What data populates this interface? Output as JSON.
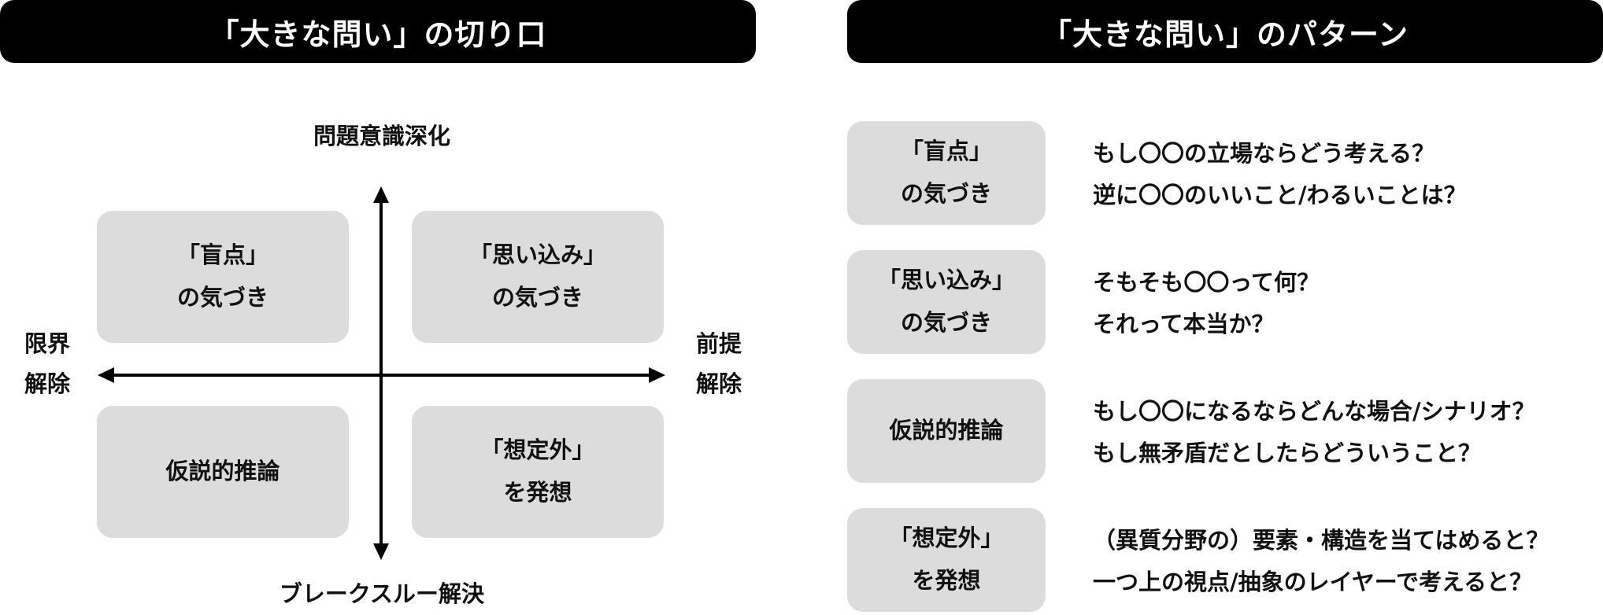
{
  "left_panel": {
    "title": "「大きな問い」の切り口",
    "axis": {
      "top": "問題意識深化",
      "bottom": "ブレークスルー解決",
      "left": [
        "限界",
        "解除"
      ],
      "right": [
        "前提",
        "解除"
      ]
    },
    "quadrants": {
      "top_left": [
        "「盲点」",
        "の気づき"
      ],
      "top_right": [
        "「思い込み」",
        "の気づき"
      ],
      "bottom_left": [
        "仮説的推論"
      ],
      "bottom_right": [
        "「想定外」",
        "を発想"
      ]
    }
  },
  "right_panel": {
    "title": "「大きな問い」のパターン",
    "patterns": [
      {
        "label": [
          "「盲点」",
          "の気づき"
        ],
        "questions": [
          "もし〇〇の立場ならどう考える？",
          "逆に〇〇のいいこと/わるいことは？"
        ]
      },
      {
        "label": [
          "「思い込み」",
          "の気づき"
        ],
        "questions": [
          "そもそも〇〇って何？",
          "それって本当か？"
        ]
      },
      {
        "label": [
          "仮説的推論"
        ],
        "questions": [
          "もし〇〇になるならどんな場合/シナリオ？",
          "もし無矛盾だとしたらどういうこと？"
        ]
      },
      {
        "label": [
          "「想定外」",
          "を発想"
        ],
        "questions": [
          "（異質分野の）要素・構造を当てはめると？",
          "一つ上の視点/抽象のレイヤーで考えると？"
        ]
      }
    ]
  },
  "colors": {
    "header_bg": "#000000",
    "header_text": "#ffffff",
    "box_bg": "#dcdcdc",
    "text": "#111111"
  }
}
